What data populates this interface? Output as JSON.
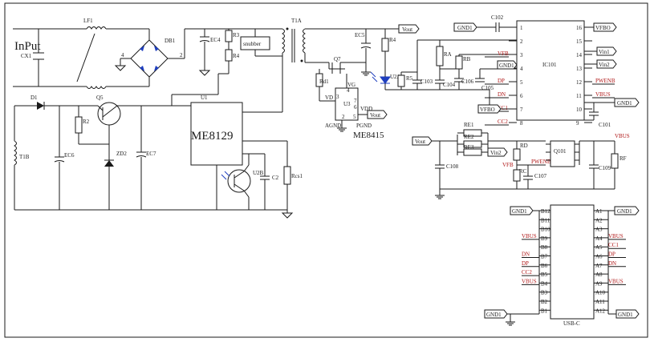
{
  "labels": {
    "input": "InPut",
    "cx1": "CX1",
    "lf1": "LF1",
    "db1": "DB1",
    "db1_pin4": "4",
    "db1_pin2": "2",
    "ec4": "EC4",
    "r3": "R3",
    "r4_left": "R4",
    "snubber": "snubber",
    "t1a": "T1A",
    "ec5": "EC5",
    "r4_right": "R4",
    "q7": "Q7",
    "vg": "VG",
    "vd": "VD",
    "rd1": "Rd1",
    "u3": "U3",
    "u3_pins": [
      "4",
      "3",
      "2",
      "5",
      "6",
      "7"
    ],
    "vdd": "VDD",
    "agnd": "AGND",
    "pgnd": "PGND",
    "me8415": "ME8415",
    "u2a": "U2A",
    "r5": "R5",
    "ra": "RA",
    "rb": "RB",
    "c103": "C103",
    "c104": "C104",
    "c105": "C105",
    "c106": "C106",
    "c102": "C102",
    "ic101": "IC101",
    "d1": "D1",
    "r2": "R2",
    "q5": "Q5",
    "u1": "U1",
    "me8129": "ME8129",
    "t1b": "T1B",
    "ec6": "EC6",
    "zd2": "ZD2",
    "ec7": "EC7",
    "u2b": "U2B",
    "c2": "C2",
    "rcs1": "Rcs1",
    "c101": "C101",
    "re1": "RE1",
    "re2": "RE2",
    "re3": "RE3",
    "rd": "RD",
    "rc": "RC",
    "c107": "C107",
    "c108": "C108",
    "c109": "C109",
    "q101": "Q101",
    "rf": "RF",
    "usbc": "USB-C"
  },
  "net_tags": {
    "vout_top": "Vout",
    "vout_u3": "Vout",
    "vout_mid": "Vout",
    "gnd1_top": "GND1",
    "gnd1_ic": "GND1",
    "vfbo_right": "VFBO",
    "vfbo_ic": "VFBO",
    "vin1": "Vin1",
    "vin2": "Vin2",
    "vin2_mid": "Vin2",
    "gnd1_c101": "GND1",
    "gnd1_usb_tl": "GND1",
    "gnd1_usb_tr": "GND1",
    "gnd1_usb_bl": "GND1",
    "gnd1_usb_br": "GND1"
  },
  "ic101": {
    "left_pins": [
      {
        "num": "1",
        "net": ""
      },
      {
        "num": "2",
        "net": ""
      },
      {
        "num": "3",
        "net": "VFB"
      },
      {
        "num": "4",
        "net": ""
      },
      {
        "num": "5",
        "net": "DP"
      },
      {
        "num": "6",
        "net": "DN"
      },
      {
        "num": "7",
        "net": "CC1"
      },
      {
        "num": "8",
        "net": "CC2"
      }
    ],
    "right_pins": [
      {
        "num": "16",
        "net": ""
      },
      {
        "num": "15",
        "net": ""
      },
      {
        "num": "14",
        "net": ""
      },
      {
        "num": "13",
        "net": ""
      },
      {
        "num": "12",
        "net": "PWENB"
      },
      {
        "num": "11",
        "net": "VBUS"
      },
      {
        "num": "10",
        "net": ""
      },
      {
        "num": "9",
        "net": ""
      }
    ]
  },
  "mid_nets": {
    "pwenb": "PWENB",
    "vfb": "VFB",
    "vbus": "VBUS"
  },
  "usb": {
    "left": [
      {
        "net": "",
        "pin": "B12"
      },
      {
        "net": "",
        "pin": "B11"
      },
      {
        "net": "",
        "pin": "B10"
      },
      {
        "net": "VBUS",
        "pin": "B9"
      },
      {
        "net": "",
        "pin": "B8"
      },
      {
        "net": "DN",
        "pin": "B7"
      },
      {
        "net": "DP",
        "pin": "B6"
      },
      {
        "net": "CC2",
        "pin": "B5"
      },
      {
        "net": "VBUS",
        "pin": "B4"
      },
      {
        "net": "",
        "pin": "B3"
      },
      {
        "net": "",
        "pin": "B2"
      },
      {
        "net": "",
        "pin": "B1"
      }
    ],
    "right": [
      {
        "pin": "A1",
        "net": ""
      },
      {
        "pin": "A2",
        "net": ""
      },
      {
        "pin": "A3",
        "net": ""
      },
      {
        "pin": "A4",
        "net": "VBUS"
      },
      {
        "pin": "A5",
        "net": "CC1"
      },
      {
        "pin": "A6",
        "net": "DP"
      },
      {
        "pin": "A7",
        "net": "DN"
      },
      {
        "pin": "A8",
        "net": ""
      },
      {
        "pin": "A9",
        "net": "VBUS"
      },
      {
        "pin": "A10",
        "net": ""
      },
      {
        "pin": "A11",
        "net": ""
      },
      {
        "pin": "A12",
        "net": ""
      }
    ]
  }
}
